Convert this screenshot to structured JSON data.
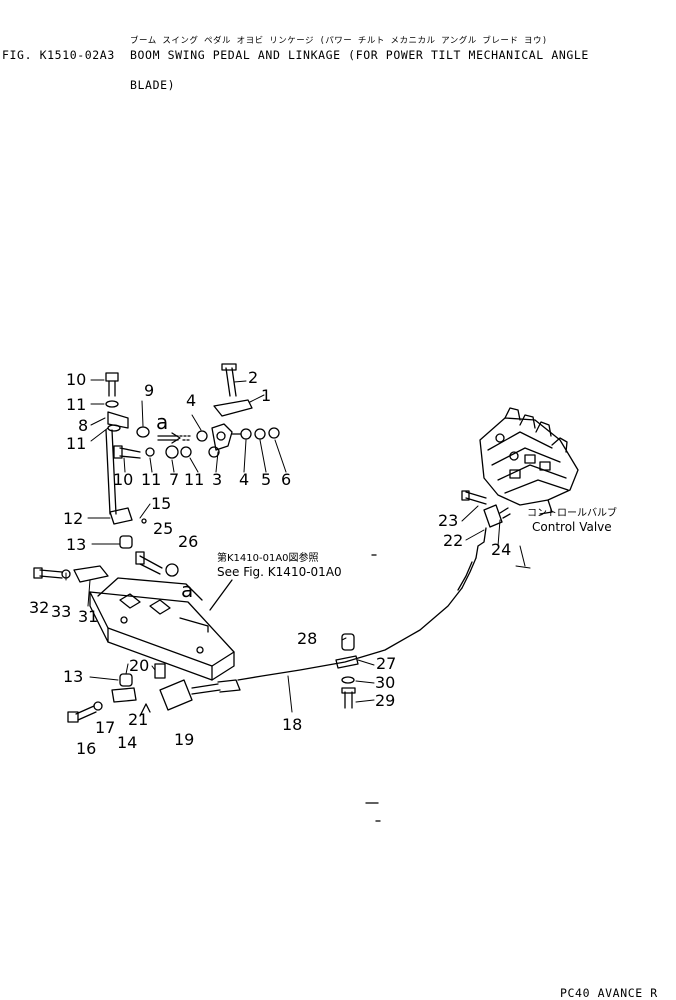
{
  "header": {
    "jp_title": "ブーム スイング ペダル オヨビ リンケージ (パワー チルト メカニカル アングル ブレード ヨウ)",
    "fig_no": "FIG. K1510-02A3",
    "title_line1": "BOOM SWING PEDAL AND LINKAGE (FOR POWER TILT MECHANICAL ANGLE",
    "title_line2": "BLADE)"
  },
  "footer": {
    "model": "PC40 AVANCE R"
  },
  "notes": {
    "control_valve_jp": "コントロールバルブ",
    "control_valve_en": "Control Valve",
    "see_fig_jp": "第K1410-01A0図参照",
    "see_fig_en": "See Fig. K1410-01A0"
  },
  "callouts": [
    "1",
    "2",
    "3",
    "4",
    "4",
    "5",
    "6",
    "7",
    "8",
    "9",
    "10",
    "10",
    "11",
    "11",
    "11",
    "11",
    "12",
    "13",
    "13",
    "14",
    "15",
    "16",
    "17",
    "18",
    "19",
    "20",
    "21",
    "22",
    "23",
    "24",
    "25",
    "26",
    "27",
    "28",
    "29",
    "30",
    "31",
    "32",
    "33",
    "a",
    "a"
  ]
}
